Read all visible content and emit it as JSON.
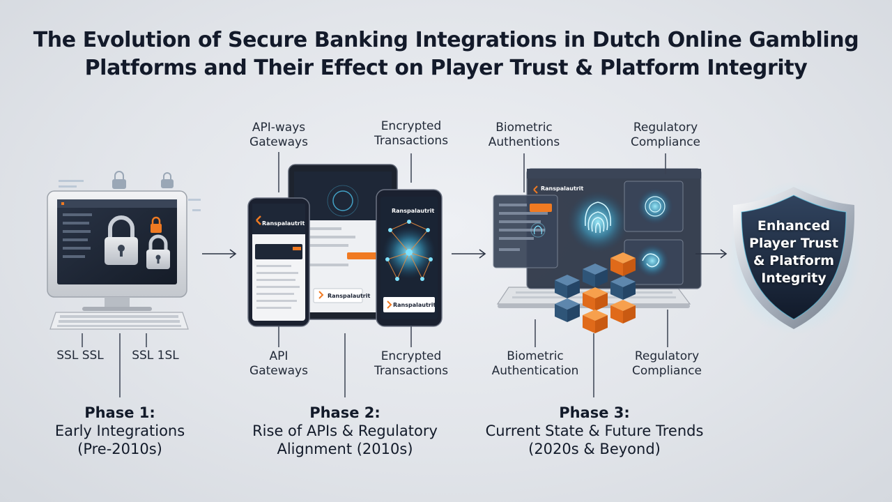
{
  "title": {
    "line1": "The Evolution of Secure Banking Integrations in Dutch Online Gambling",
    "line2": "Platforms and Their Effect on Player Trust & Platform Integrity"
  },
  "phases": [
    {
      "title": "Phase 1:",
      "line2": "Early Integrations",
      "line3": "(Pre-2010s)"
    },
    {
      "title": "Phase 2:",
      "line2": "Rise of APIs & Regulatory",
      "line3": "Alignment (2010s)"
    },
    {
      "title": "Phase 3:",
      "line2": "Current State & Future Trends",
      "line3": "(2020s & Beyond)"
    }
  ],
  "labels": {
    "ssl_left": "SSL SSL",
    "ssl_right": "SSL 1SL",
    "api_top": [
      "API-ways",
      "Gateways"
    ],
    "encrypted_top": [
      "Encrypted",
      "Transactions"
    ],
    "api_bottom": [
      "API",
      "Gateways"
    ],
    "encrypted_bottom": [
      "Encrypted",
      "Transactions"
    ],
    "biometric_top": [
      "Biometric",
      "Authentions"
    ],
    "regulatory_top": [
      "Regulatory",
      "Compliance"
    ],
    "biometric_bottom": [
      "Biometric",
      "Authentication"
    ],
    "regulatory_bottom": [
      "Regulatory",
      "Compliance"
    ]
  },
  "shield": [
    "Enhanced",
    "Player Trust",
    "& Platform",
    "Integrity"
  ],
  "screen_brand": "Ranspalautrit",
  "colors": {
    "accent_orange": "#f07a22",
    "navy": "#1b2536",
    "cyan_glow": "#5fd4f5",
    "cube_blue": "#2f5578"
  }
}
